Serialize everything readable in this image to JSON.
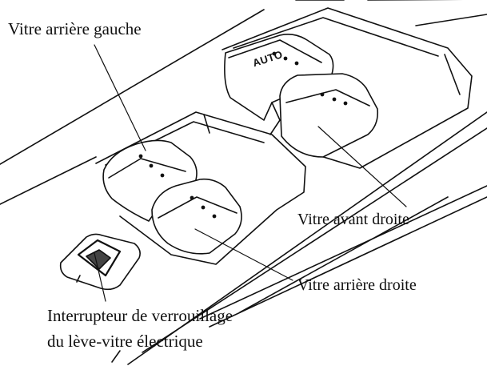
{
  "labels": {
    "rear_left": "Vitre arrière gauche",
    "front_right": "Vitre avant droite",
    "rear_right": "Vitre arrière droite",
    "lock_switch_line1": "Interrupteur de verrouillage",
    "lock_switch_line2": "du lève-vitre électrique"
  },
  "button_text": {
    "auto": "AUTO"
  },
  "colors": {
    "ink": "#111111",
    "fill": "#ffffff"
  }
}
